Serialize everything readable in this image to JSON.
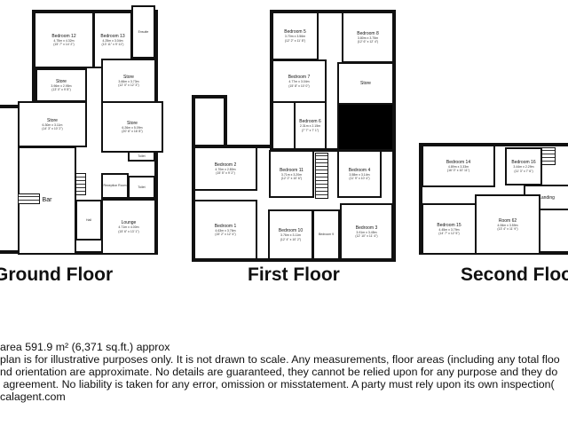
{
  "floors": [
    {
      "title": "Ground Floor",
      "rooms": [
        {
          "name": "Bedroom 12",
          "dims": "4.75m x 4.32m",
          "dims_ft": "(15' 7\" x 14' 2\")"
        },
        {
          "name": "Bedroom 13",
          "dims": "4.25m x 3.04m",
          "dims_ft": "(13' 11\" x 9' 11\")"
        },
        {
          "name": "Ensuite",
          "dims": "",
          "dims_ft": ""
        },
        {
          "name": "Store",
          "dims": "3.96m x 2.95m",
          "dims_ft": "(13' 0\" x 9' 8\")"
        },
        {
          "name": "Store",
          "dims": "3.66m x 3.73m",
          "dims_ft": "(12' 0\" x 12' 3\")"
        },
        {
          "name": "Store",
          "dims": "6.26m x 5.09m",
          "dims_ft": "(20' 6\" x 16' 8\")"
        },
        {
          "name": "Store",
          "dims": "6.30m x 3.11m",
          "dims_ft": "(14' 3\" x 10' 2\")"
        },
        {
          "name": "Bar",
          "dims": "",
          "dims_ft": ""
        },
        {
          "name": "Hall",
          "dims": "",
          "dims_ft": ""
        },
        {
          "name": "Reception Room",
          "dims": "",
          "dims_ft": ""
        },
        {
          "name": "Toilet",
          "dims": "",
          "dims_ft": ""
        },
        {
          "name": "Toilet",
          "dims": "",
          "dims_ft": ""
        },
        {
          "name": "Lounge",
          "dims": "4.71m x 4.00m",
          "dims_ft": "(15' 6\" x 13' 1\")"
        }
      ]
    },
    {
      "title": "First Floor",
      "rooms": [
        {
          "name": "Bedroom 5",
          "dims": "3.70m x 3.56m",
          "dims_ft": "(12' 2\" x 11' 8\")"
        },
        {
          "name": "Bedroom 8",
          "dims": "3.80m x 3.75m",
          "dims_ft": "(12' 6\" x 12' 4\")"
        },
        {
          "name": "Bedroom 7",
          "dims": "4.77m x 3.04m",
          "dims_ft": "(15' 8\" x 10' 0\")"
        },
        {
          "name": "Store",
          "dims": "",
          "dims_ft": ""
        },
        {
          "name": "Bedroom 6",
          "dims": "2.31m x 2.15m",
          "dims_ft": "(7' 7\" x 7' 1\")"
        },
        {
          "name": "Bedroom 2",
          "dims": "4.70m x 2.80m",
          "dims_ft": "(15' 5\" x 9' 2\")"
        },
        {
          "name": "Bedroom 11",
          "dims": "3.71m x 3.20m",
          "dims_ft": "(12' 2\" x 10' 6\")"
        },
        {
          "name": "Bedroom 4",
          "dims": "3.58m x 3.14m",
          "dims_ft": "(11' 9\" x 10' 4\")"
        },
        {
          "name": "Bedroom 1",
          "dims": "4.63m x 3.76m",
          "dims_ft": "(15' 2\" x 12' 4\")"
        },
        {
          "name": "Bedroom 10",
          "dims": "3.76m x 3.11m",
          "dims_ft": "(12' 4\" x 10' 2\")"
        },
        {
          "name": "Bedroom 9",
          "dims": "",
          "dims_ft": ""
        },
        {
          "name": "Bedroom 3",
          "dims": "3.91m x 3.45m",
          "dims_ft": "(12' 10\" x 11' 4\")"
        }
      ]
    },
    {
      "title": "Second Floor",
      "rooms": [
        {
          "name": "Bedroom 14",
          "dims": "4.89m x 3.33m",
          "dims_ft": "(16' 0\" x 10' 11\")"
        },
        {
          "name": "Bedroom 16",
          "dims": "3.44m x 2.29m",
          "dims_ft": "(11' 3\" x 7' 6\")"
        },
        {
          "name": "Landing",
          "dims": "",
          "dims_ft": ""
        },
        {
          "name": "Room 62",
          "dims": "4.06m x 3.59m",
          "dims_ft": "(13' 4\" x 11' 9\")"
        },
        {
          "name": "Bedroom 15",
          "dims": "4.45m x 3.79m",
          "dims_ft": "(14' 7\" x 12' 5\")"
        }
      ]
    }
  ],
  "notes": {
    "area": "area 591.9 m² (6,371 sq.ft.) approx",
    "lines": [
      "plan is for illustrative purposes only. It is not drawn to scale. Any measurements, floor areas (including any total floo",
      "nd orientation are approximate. No details are guaranteed, they cannot be relied upon for any purpose and they do",
      " agreement. No liability is taken for any error, omission or misstatement. A party must rely upon its own inspection(",
      "calagent.com"
    ]
  }
}
